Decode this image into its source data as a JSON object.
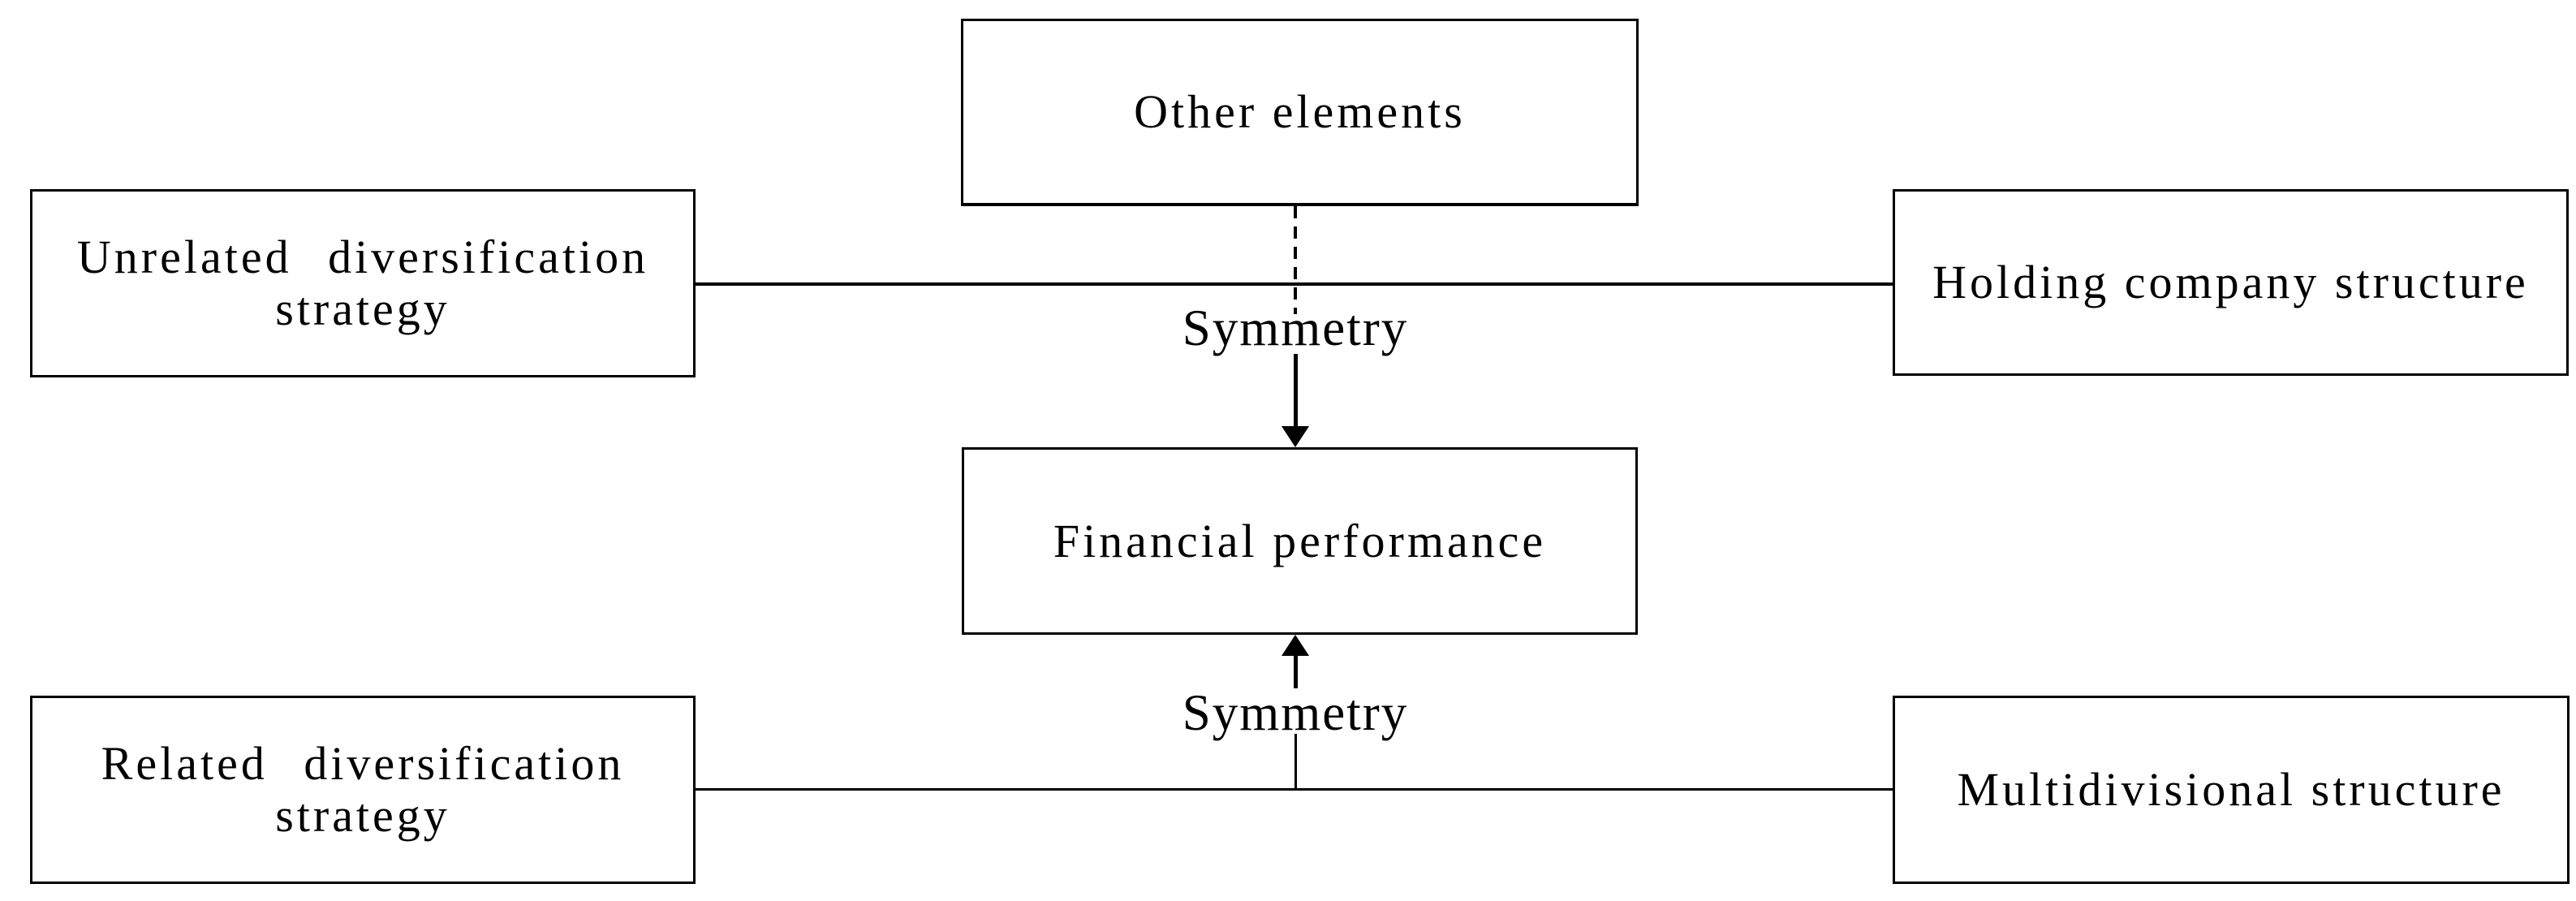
{
  "boxes": {
    "other_elements": {
      "label": "Other elements"
    },
    "unrelated": {
      "line1": "Unrelated diversification",
      "line2": "strategy"
    },
    "holding": {
      "label": "Holding company structure"
    },
    "financial": {
      "label": "Financial performance"
    },
    "related": {
      "line1": "Related diversification",
      "line2": "strategy"
    },
    "multidivisional": {
      "label": "Multidivisional structure"
    }
  },
  "connectors": {
    "symmetry_top_label": "Symmetry",
    "symmetry_bottom_label": "Symmetry"
  },
  "colors": {
    "line": "#000000",
    "text": "#000000",
    "background": "#ffffff"
  }
}
